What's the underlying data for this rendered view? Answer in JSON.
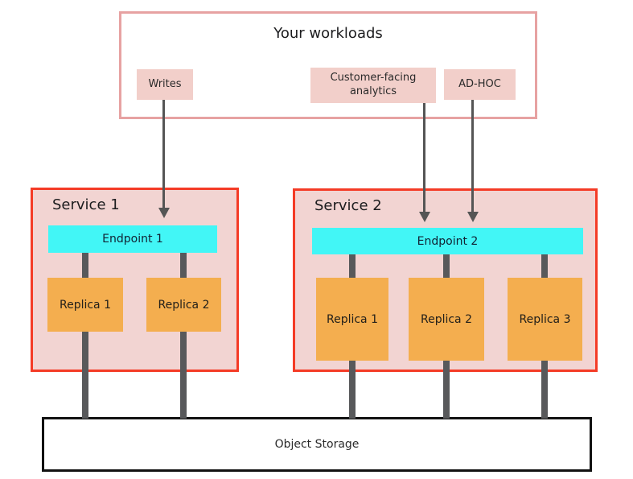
{
  "colors": {
    "salmon_border": "#e7a2a2",
    "chip_bg": "#f2cfca",
    "service_bg": "#f2d4d2",
    "service_border": "#f43b26",
    "endpoint_bg": "#42f6f6",
    "replica_bg": "#f4ae4f",
    "connector_gray": "#58595b",
    "arrow_gray": "#555555",
    "storage_border": "#111111",
    "text_color": "#212121"
  },
  "workloads": {
    "title": "Your workloads",
    "items": [
      {
        "label": "Writes"
      },
      {
        "label": "Customer-facing analytics"
      },
      {
        "label": "AD-HOC"
      }
    ]
  },
  "services": [
    {
      "name": "Service 1",
      "endpoint": "Endpoint 1",
      "replicas": [
        "Replica 1",
        "Replica 2"
      ]
    },
    {
      "name": "Service 2",
      "endpoint": "Endpoint 2",
      "replicas": [
        "Replica 1",
        "Replica 2",
        "Replica 3"
      ]
    }
  ],
  "storage": {
    "label": "Object Storage"
  }
}
